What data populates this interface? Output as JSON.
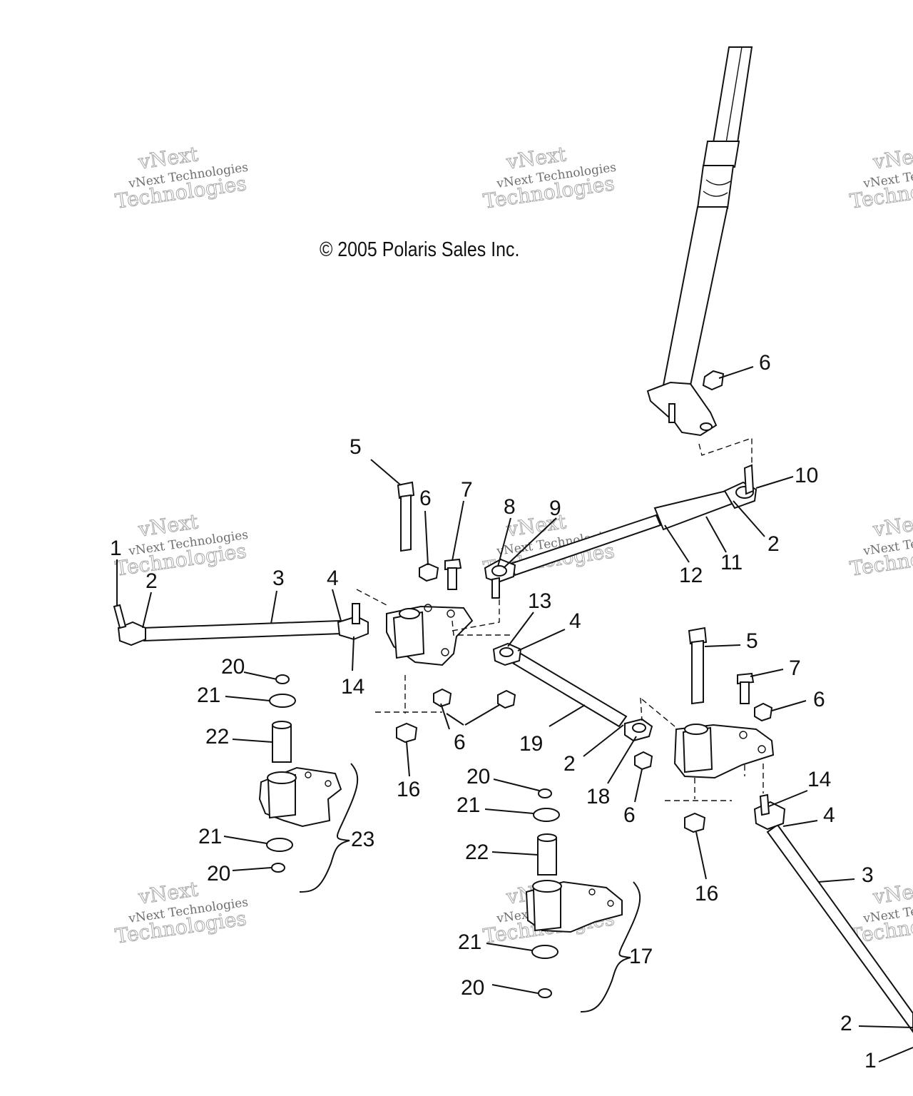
{
  "copyright": "© 2005 Polaris Sales Inc.",
  "watermark": {
    "line1": "vNext Technologies",
    "line2": "Technologies",
    "line3": "vNext"
  },
  "callouts": {
    "c1": "1",
    "c2": "2",
    "c3": "3",
    "c4": "4",
    "c5": "5",
    "c6": "6",
    "c7": "7",
    "c8": "8",
    "c9": "9",
    "c10": "10",
    "c11": "11",
    "c12": "12",
    "c13": "13",
    "c14": "14",
    "c16": "16",
    "c17": "17",
    "c18": "18",
    "c19": "19",
    "c20": "20",
    "c21": "21",
    "c22": "22",
    "c23": "23"
  },
  "colors": {
    "ink": "#111111",
    "watermark": "#9a9a9a"
  }
}
